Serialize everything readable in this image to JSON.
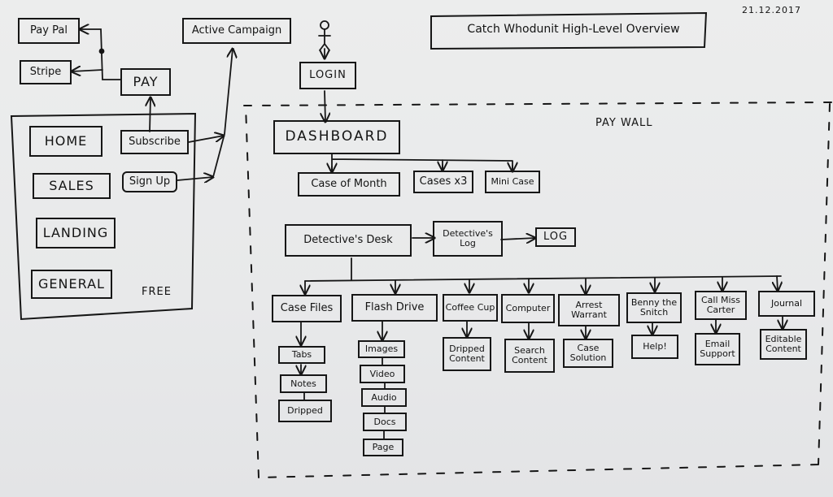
{
  "header": {
    "title": "Catch Whodunit  High-Level Overview",
    "date": "21.12.2017"
  },
  "free_zone": {
    "label": "FREE",
    "pages": [
      "HOME",
      "SALES",
      "LANDING",
      "GENERAL"
    ],
    "actions": {
      "subscribe": "Subscribe",
      "sign_up": "Sign Up"
    }
  },
  "payment": {
    "pay": "PAY",
    "paypal": "Pay Pal",
    "stripe": "Stripe"
  },
  "integrations": {
    "email_marketing": "Active Campaign"
  },
  "entry": {
    "actor_icon": "stick-figure-user",
    "login": "LOGIN"
  },
  "paywall": {
    "label": "PAY WALL",
    "dashboard": {
      "label": "DASHBOARD",
      "children": [
        "Case of Month",
        "Cases x3",
        "Mini Case"
      ]
    },
    "detectives_desk": {
      "label": "Detective's Desk",
      "log_chain": [
        "Detective's Log",
        "LOG"
      ],
      "items": [
        {
          "label": "Case Files",
          "children": [
            "Tabs",
            "Notes",
            "Dripped"
          ]
        },
        {
          "label": "Flash Drive",
          "children": [
            "Images",
            "Video",
            "Audio",
            "Docs",
            "Page"
          ]
        },
        {
          "label": "Coffee Cup",
          "children": [
            "Dripped Content"
          ]
        },
        {
          "label": "Computer",
          "children": [
            "Search Content"
          ]
        },
        {
          "label": "Arrest Warrant",
          "children": [
            "Case Solution"
          ]
        },
        {
          "label": "Benny the Snitch",
          "children": [
            "Help!"
          ]
        },
        {
          "label": "Call Miss Carter",
          "children": [
            "Email Support"
          ]
        },
        {
          "label": "Journal",
          "children": [
            "Editable Content"
          ]
        }
      ]
    }
  }
}
